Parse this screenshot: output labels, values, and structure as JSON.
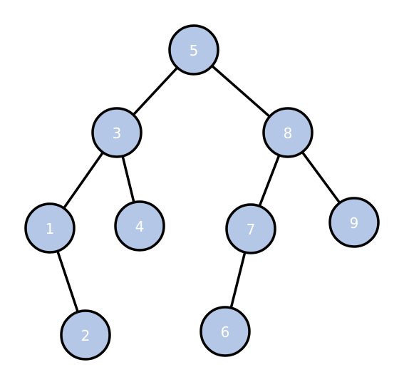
{
  "diagram": {
    "type": "binary-tree",
    "colors": {
      "node_fill": "#b4c7e7",
      "node_stroke": "#000000",
      "label": "#ffffff",
      "edge": "#000000"
    },
    "nodes": [
      {
        "id": "n5",
        "label": "5"
      },
      {
        "id": "n3",
        "label": "3"
      },
      {
        "id": "n8",
        "label": "8"
      },
      {
        "id": "n1",
        "label": "1"
      },
      {
        "id": "n4",
        "label": "4"
      },
      {
        "id": "n7",
        "label": "7"
      },
      {
        "id": "n9",
        "label": "9"
      },
      {
        "id": "n2",
        "label": "2"
      },
      {
        "id": "n6",
        "label": "6"
      }
    ],
    "edges": [
      {
        "from": "n5",
        "to": "n3"
      },
      {
        "from": "n5",
        "to": "n8"
      },
      {
        "from": "n3",
        "to": "n1"
      },
      {
        "from": "n3",
        "to": "n4"
      },
      {
        "from": "n8",
        "to": "n7"
      },
      {
        "from": "n8",
        "to": "n9"
      },
      {
        "from": "n1",
        "to": "n2"
      },
      {
        "from": "n7",
        "to": "n6"
      }
    ]
  }
}
